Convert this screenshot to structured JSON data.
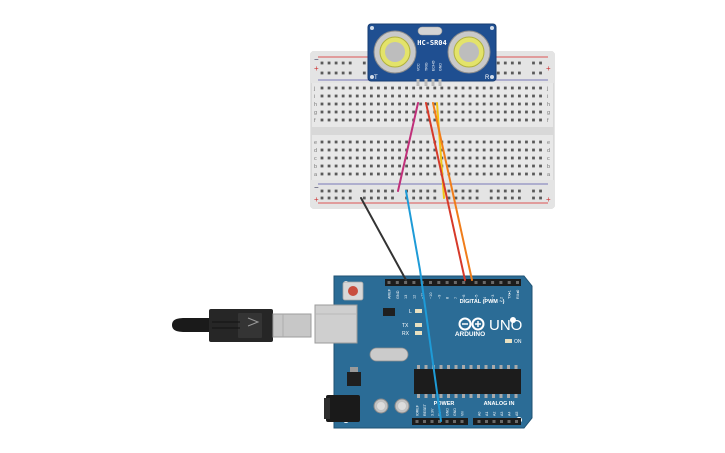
{
  "sensor": {
    "model": "HC-SR04",
    "pin_labels": [
      "VCC",
      "TRIG",
      "ECHO",
      "GND"
    ],
    "corner_left": "T",
    "corner_right": "R"
  },
  "breadboard": {
    "row_letters_top": [
      "j",
      "i",
      "h",
      "g",
      "f"
    ],
    "row_letters_bottom": [
      "e",
      "d",
      "c",
      "b",
      "a"
    ],
    "rail_plus": "+",
    "rail_minus": "−"
  },
  "arduino": {
    "model": "UNO",
    "brand": "ARDUINO",
    "digital_label": "DIGITAL (PWM ~)",
    "power_label": "POWER",
    "analog_label": "ANALOG IN",
    "led_l": "L",
    "led_tx": "TX",
    "led_rx": "RX",
    "on_label": "ON",
    "digital_pins": [
      "AREF",
      "GND",
      "13",
      "12",
      "~11",
      "~10",
      "~9",
      "8",
      "7",
      "~6",
      "~5",
      "4",
      "~3",
      "2",
      "TX▸1",
      "RX◂0"
    ],
    "power_pins": [
      "IOREF",
      "RESET",
      "3.3V",
      "5V",
      "GND",
      "GND",
      "Vin"
    ],
    "analog_pins": [
      "A0",
      "A1",
      "A2",
      "A3",
      "A4",
      "A5"
    ]
  },
  "colors": {
    "wire_black": "#333333",
    "wire_blue": "#1e9bd7",
    "wire_red": "#d63a2a",
    "wire_orange": "#f07d1a",
    "wire_yellow": "#f2c417",
    "wire_magenta": "#c0307a",
    "board_blue": "#2b6c96",
    "sensor_blue": "#1f4f91"
  }
}
